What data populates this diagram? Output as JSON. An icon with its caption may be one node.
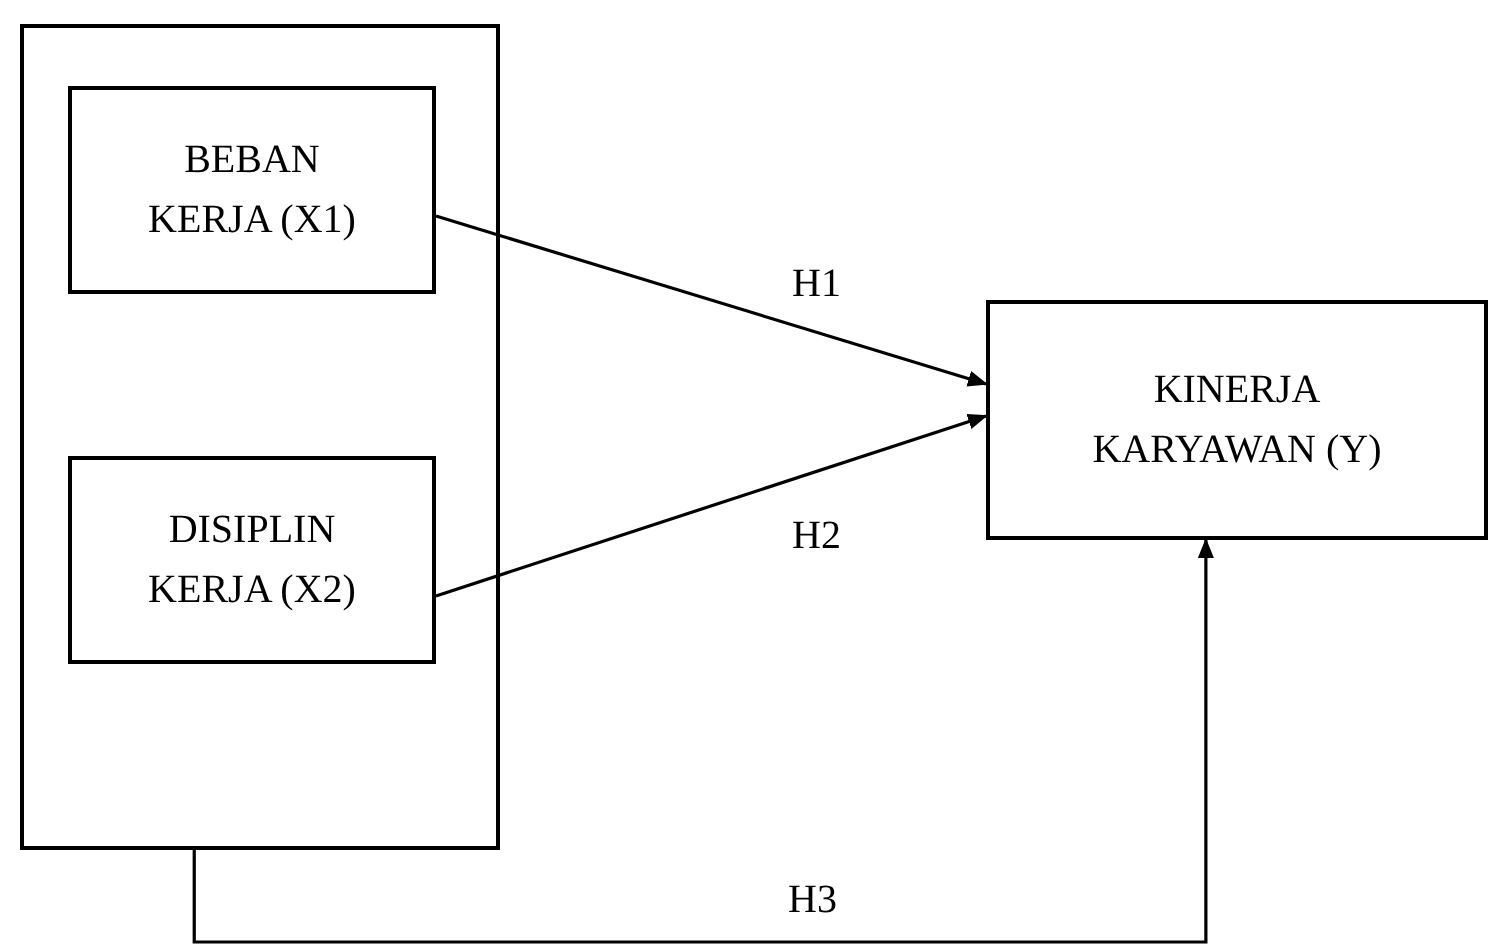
{
  "diagram": {
    "nodes": [
      {
        "text": [],
        "shape": "box"
      },
      {
        "text": [
          "BEBAN KERJA (X1)"
        ],
        "in": 0
      },
      {
        "text": [
          "DISIPLIN KERJA (X2)"
        ],
        "in": 0
      },
      {
        "text": [
          "KINERJA KARYAWAN (Y)"
        ]
      }
    ],
    "edges": [
      {
        "from": 1,
        "to": 3,
        "arrow": "to",
        "label": "H1"
      },
      {
        "from": 2,
        "to": 3,
        "arrow": "to",
        "label": "H2"
      },
      {
        "from": 0,
        "to": 3,
        "arrow": "to",
        "label": "H3"
      }
    ]
  }
}
